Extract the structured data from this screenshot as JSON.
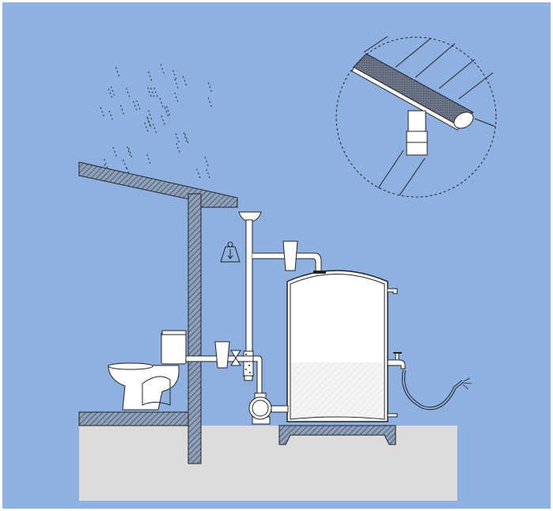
{
  "colors": {
    "sky": "#8fb1e1",
    "ground": "#dcdcdc",
    "structure_hatch": "#5a6f8f",
    "pipe": "#ffffff",
    "outline": "#111111",
    "gutter_mesh": "#6a7486"
  },
  "icons": [
    "rain",
    "roof",
    "wall",
    "gutter",
    "downpipe",
    "first-flush-filter",
    "weight-symbol",
    "funnel-filter",
    "storage-tank",
    "pump",
    "valve",
    "toilet",
    "faucet",
    "hose",
    "gutter-detail-magnifier"
  ]
}
